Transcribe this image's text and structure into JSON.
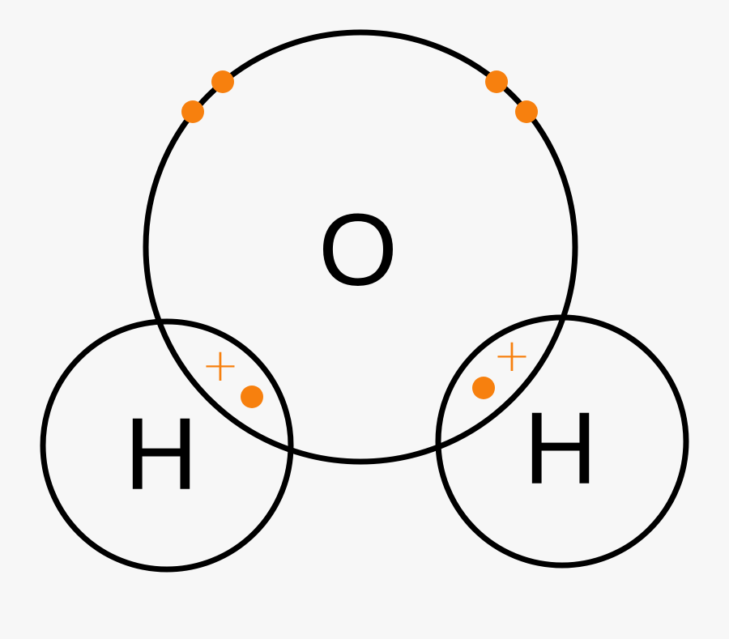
{
  "colors": {
    "background": "#f7f7f7",
    "outline": "#000000",
    "electron": "#f7800e"
  },
  "atoms": {
    "oxygen": {
      "symbol": "O"
    },
    "hydrogen_left": {
      "symbol": "H"
    },
    "hydrogen_right": {
      "symbol": "H"
    }
  },
  "charges": {
    "left": "+",
    "right": "+"
  }
}
